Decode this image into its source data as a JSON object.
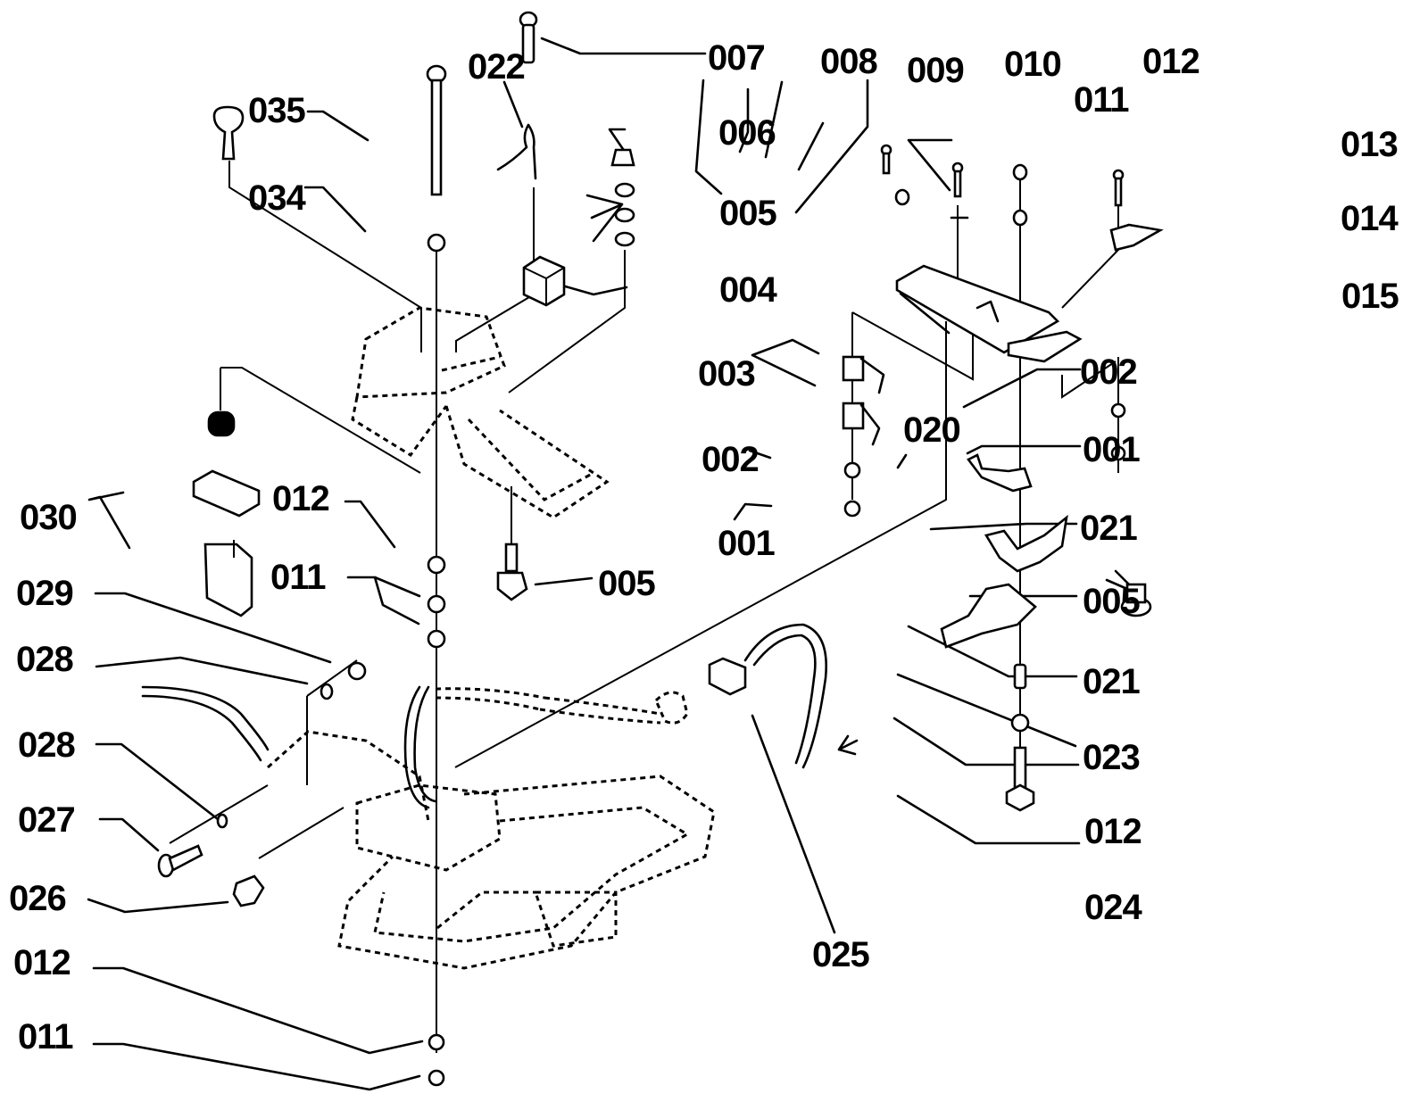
{
  "diagram": {
    "type": "exploded-parts-diagram",
    "labels": {
      "p007": "007",
      "p022": "022",
      "p035": "035",
      "p034": "034",
      "p006": "006",
      "p005a": "005",
      "p004": "004",
      "p008": "008",
      "p009": "009",
      "p010": "010",
      "p011a": "011",
      "p012a": "012",
      "p013": "013",
      "p014": "014",
      "p015": "015",
      "p003": "003",
      "p002a": "002",
      "p001a": "001",
      "p002b": "002",
      "p001b": "001",
      "p020": "020",
      "p021a": "021",
      "p005c": "005",
      "p021b": "021",
      "p023": "023",
      "p012d": "012",
      "p024": "024",
      "p030": "030",
      "p012b": "012",
      "p011b": "011",
      "p005b": "005",
      "p029": "029",
      "p028a": "028",
      "p028b": "028",
      "p027": "027",
      "p026": "026",
      "p012c": "012",
      "p011c": "011",
      "p025": "025"
    }
  }
}
